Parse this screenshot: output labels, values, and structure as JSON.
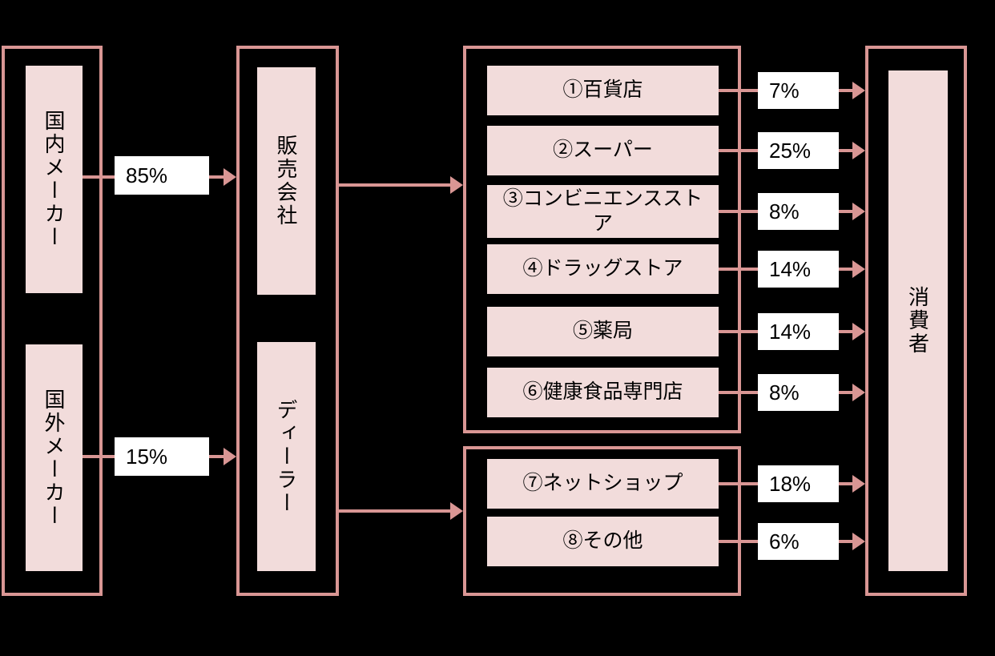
{
  "colors": {
    "background": "#000000",
    "outline": "#d99694",
    "node_fill": "#f2dcdb",
    "label_fill": "#ffffff",
    "text": "#000000"
  },
  "flow": {
    "makers": [
      {
        "label": "国内メーカー",
        "share": "85%"
      },
      {
        "label": "国外メーカー",
        "share": "15%"
      }
    ],
    "distributors": [
      {
        "label": "販売会社"
      },
      {
        "label": "ディーラー"
      }
    ],
    "retail_channels": [
      {
        "label": "①百貨店",
        "share": "7%"
      },
      {
        "label": "②スーパー",
        "share": "25%"
      },
      {
        "label": "③コンビニエンスストア",
        "share": "8%"
      },
      {
        "label": "④ドラッグストア",
        "share": "14%"
      },
      {
        "label": "⑤薬局",
        "share": "14%"
      },
      {
        "label": "⑥健康食品専門店",
        "share": "8%"
      }
    ],
    "direct_channels": [
      {
        "label": "⑦ネットショップ",
        "share": "18%"
      },
      {
        "label": "⑧その他",
        "share": "6%"
      }
    ],
    "consumer": {
      "label": "消費者"
    }
  }
}
